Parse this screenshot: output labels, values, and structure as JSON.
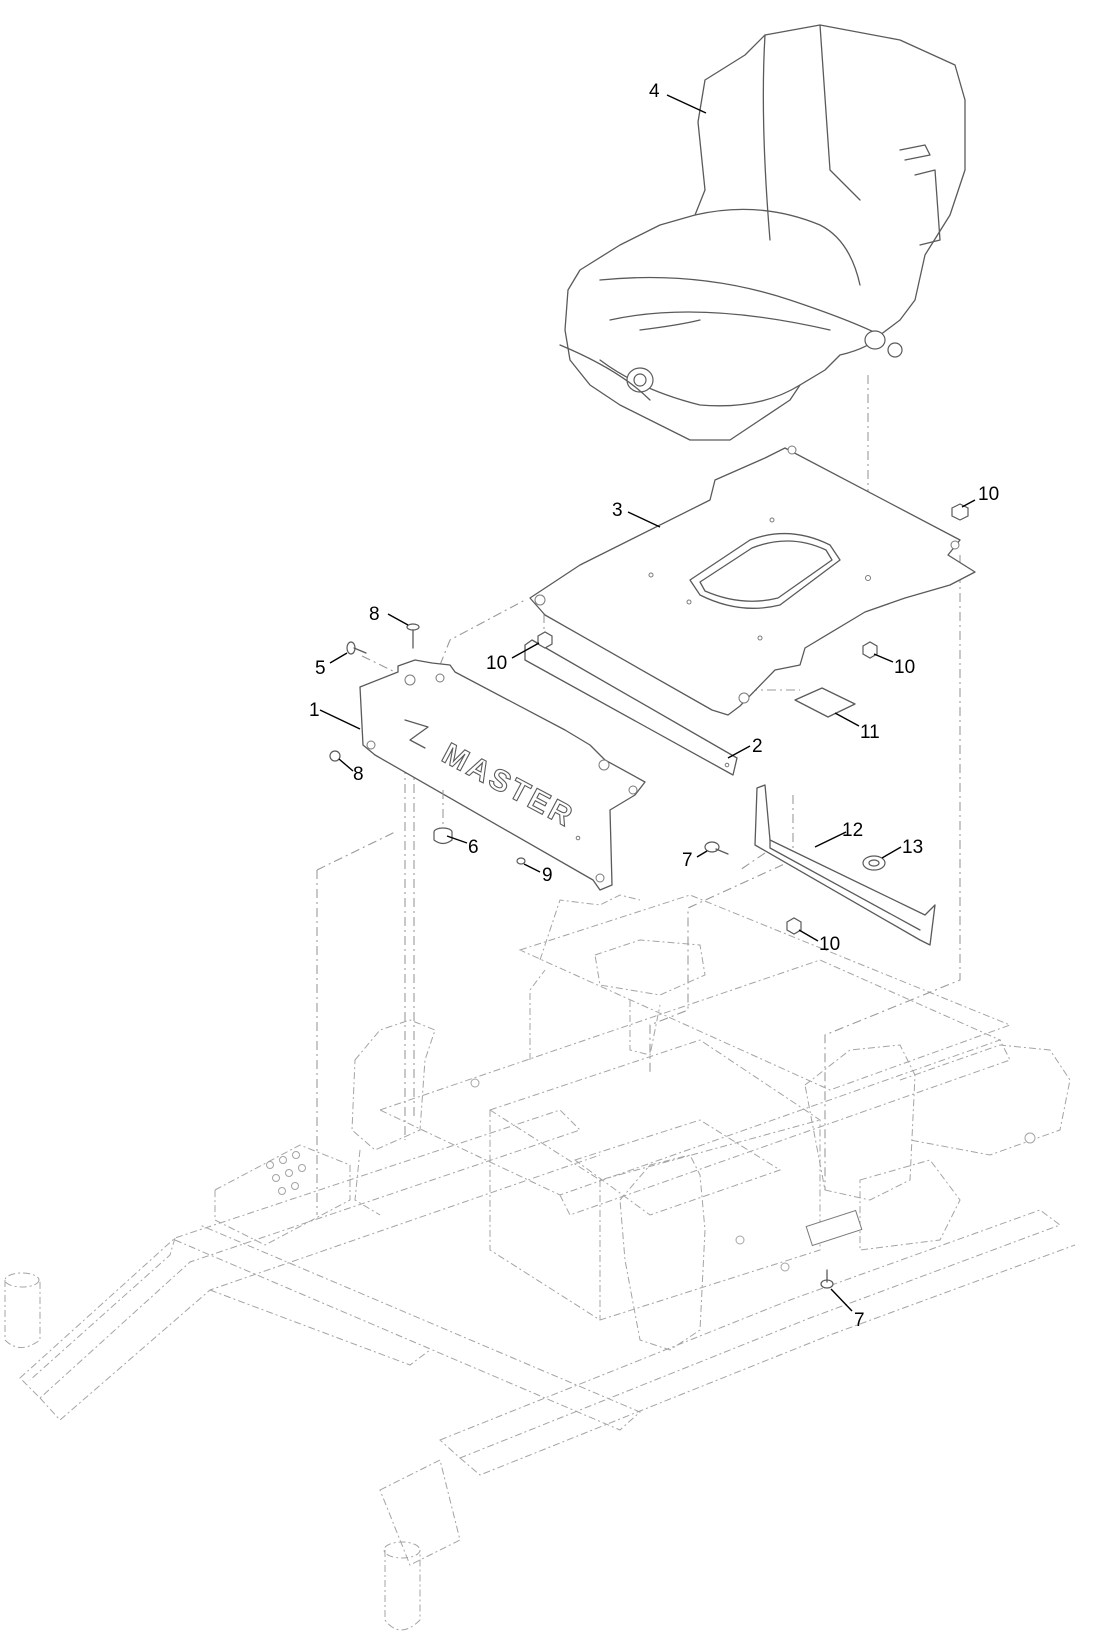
{
  "diagram": {
    "callouts": [
      {
        "id": "c4",
        "label": "4"
      },
      {
        "id": "c3",
        "label": "3"
      },
      {
        "id": "c10a",
        "label": "10"
      },
      {
        "id": "c8a",
        "label": "8"
      },
      {
        "id": "c5",
        "label": "5"
      },
      {
        "id": "c10b",
        "label": "10"
      },
      {
        "id": "c10c",
        "label": "10"
      },
      {
        "id": "c1",
        "label": "1"
      },
      {
        "id": "c11",
        "label": "11"
      },
      {
        "id": "c2",
        "label": "2"
      },
      {
        "id": "c8b",
        "label": "8"
      },
      {
        "id": "c6",
        "label": "6"
      },
      {
        "id": "c9",
        "label": "9"
      },
      {
        "id": "c12",
        "label": "12"
      },
      {
        "id": "c13",
        "label": "13"
      },
      {
        "id": "c7a",
        "label": "7"
      },
      {
        "id": "c10d",
        "label": "10"
      },
      {
        "id": "c7b",
        "label": "7"
      }
    ],
    "panel_logo_text": "MASTER"
  }
}
